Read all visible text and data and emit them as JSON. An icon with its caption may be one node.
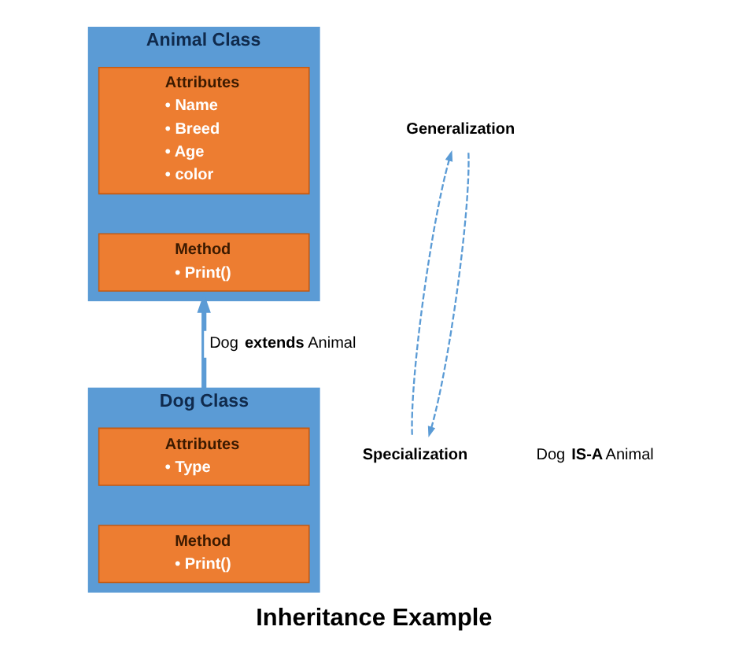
{
  "diagram": {
    "caption": "Inheritance Example",
    "nodes": [
      {
        "text": [
          "Animal Class"
        ]
      },
      {
        "text": [
          "Attributes",
          "• Name",
          "• Breed",
          "• Age",
          "• color"
        ],
        "in": 0
      },
      {
        "text": [
          "Method",
          "• Print()"
        ],
        "in": 0
      },
      {
        "text": [
          "Dog Class"
        ]
      },
      {
        "text": [
          "Attributes",
          "• Type"
        ],
        "in": 3
      },
      {
        "text": [
          "Method",
          "• Print()"
        ],
        "in": 3
      },
      {
        "text": [
          "Generalization"
        ]
      },
      {
        "text": [
          "Specialization"
        ]
      }
    ],
    "edges": [
      {
        "from": 3,
        "to": 0,
        "arrow": "to",
        "label": "Dog **extends** Animal",
        "style": "thick"
      },
      {
        "from": 6,
        "to": 7,
        "arrow": "to",
        "style": "dashed"
      },
      {
        "from": 7,
        "to": 6,
        "arrow": "to",
        "style": "dashed"
      }
    ],
    "labels": [
      "Dog **IS-A** Animal"
    ]
  }
}
